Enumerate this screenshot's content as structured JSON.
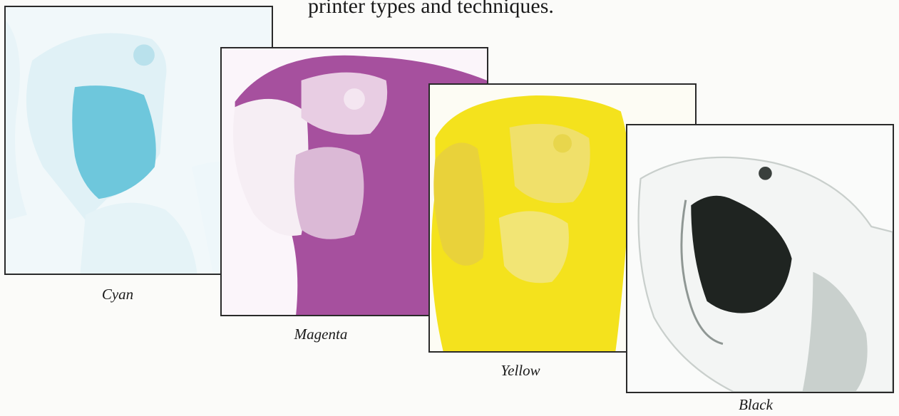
{
  "heading": "printer types and techniques.",
  "separations": [
    {
      "label": "Cyan",
      "color": "#6ec7dc"
    },
    {
      "label": "Magenta",
      "color": "#a6509e"
    },
    {
      "label": "Yellow",
      "color": "#f4e21d"
    },
    {
      "label": "Black",
      "color": "#1f2421"
    }
  ]
}
